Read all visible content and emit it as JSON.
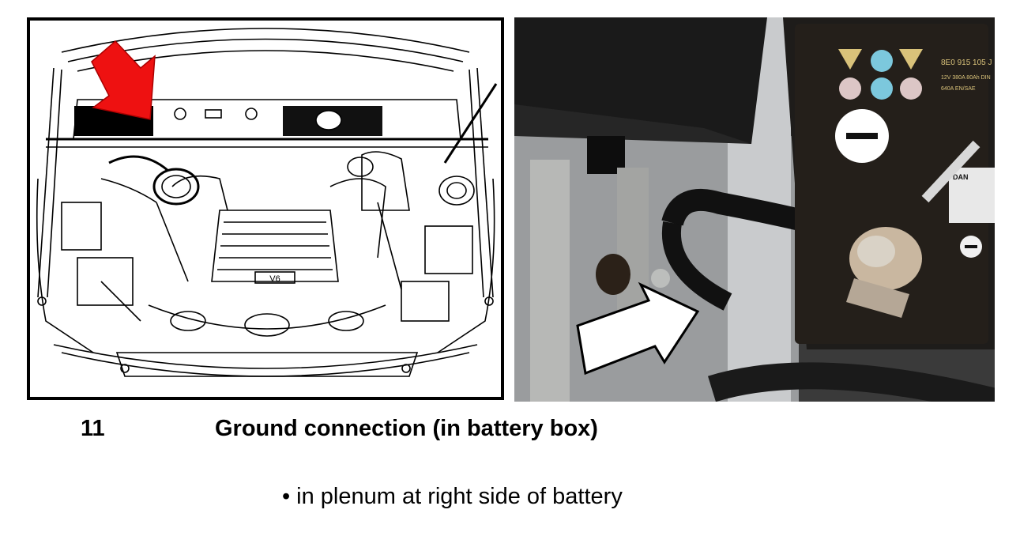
{
  "left_figure": {
    "arrow_color": "#ee1111",
    "engine_label": "V6"
  },
  "right_figure": {
    "battery_part_number": "8E0 915 105 J",
    "battery_spec_line1": "12V 380A 80Ah DIN",
    "battery_spec_line2": "640A EN/SAE",
    "battery_brand_partial": "DAN",
    "arrow_color": "#ffffff"
  },
  "item": {
    "number": "11",
    "title": "Ground connection (in battery box)"
  },
  "bullet": {
    "symbol": "•",
    "text": "in plenum at right side of battery"
  }
}
